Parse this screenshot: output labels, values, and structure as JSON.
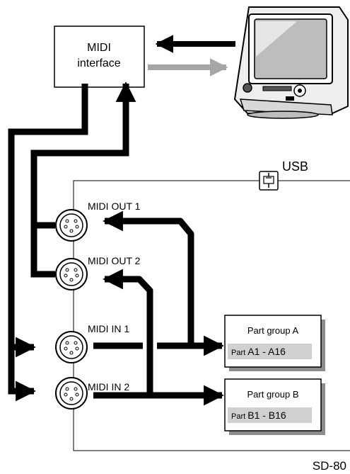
{
  "midi_interface": {
    "line1": "MIDI",
    "line2": "interface"
  },
  "usb": {
    "label": "USB"
  },
  "ports": [
    {
      "label": "MIDI OUT 1"
    },
    {
      "label": "MIDI OUT 2"
    },
    {
      "label": "MIDI IN 1"
    },
    {
      "label": "MIDI IN 2"
    }
  ],
  "part_groups": [
    {
      "title": "Part group A",
      "range_prefix": "Part ",
      "range": "A1 - A16"
    },
    {
      "title": "Part group B",
      "range_prefix": "Part ",
      "range": "B1 - B16"
    }
  ],
  "model": "SD-80",
  "colors": {
    "arrow": "#000000",
    "return_arrow": "#a6a6a6",
    "part_range_bg": "#d0d0d0",
    "shadow": "#8c8c8c"
  }
}
